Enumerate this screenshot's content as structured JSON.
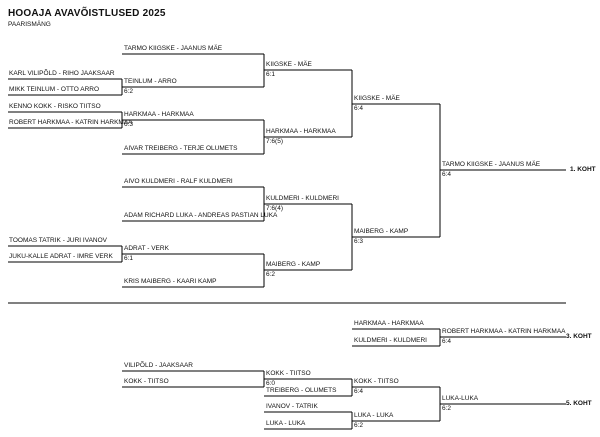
{
  "header": {
    "title": "HOOAJA AVAVÕISTLUSED 2025",
    "subtitle": "PAARISMÄNG"
  },
  "bracket": {
    "r1": [
      "KARL VILIPÕLD - RIHO JAAKSAAR",
      "MIKK TEINLUM - OTTO ARRO",
      "KENNO KOKK - RISKO TIITSO",
      "ROBERT HARKMAA - KATRIN HARKMAA",
      "TOOMAS TATRIK - JURI IVANOV",
      "JUKU-KALLE ADRAT - IMRE VERK"
    ],
    "r2": [
      "TARMO KIIGSKE - JAANUS MÄE",
      "TEINLUM - ARRO",
      "HARKMAA - HARKMAA",
      "AIVAR TREIBERG - TERJE OLUMETS",
      "AIVO KULDMERI - RALF KULDMERI",
      "ADAM RICHARD LUKA - ANDREAS PASTIAN LUKA",
      "ADRAT - VERK",
      "KRIS MAIBERG - KAARI KAMP"
    ],
    "r2_scores": [
      "6:2",
      "6:3",
      "6:1"
    ],
    "qf": [
      "KIIGSKE - MÄE",
      "HARKMAA - HARKMAA",
      "KULDMERI - KULDMERI",
      "MAIBERG - KAMP"
    ],
    "qf_scores": [
      "6:1",
      "7:6(5)",
      "7:6(4)",
      "6:2"
    ],
    "sf": [
      "KIIGSKE - MÄE",
      "MAIBERG - KAMP"
    ],
    "sf_scores": [
      "6:4",
      "6:3"
    ],
    "final": "TARMO KIIGSKE - JAANUS MÄE",
    "final_score": "6:4",
    "place1": "1. KOHT"
  },
  "third_place": {
    "teams": [
      "HARKMAA - HARKMAA",
      "KULDMERI - KULDMERI"
    ],
    "winner": "ROBERT HARKMAA - KATRIN HARKMAA",
    "score": "6:4",
    "place": "3. KOHT"
  },
  "fifth_place": {
    "r1": [
      "VILIPÕLD - JAAKSAAR",
      "KOKK - TIITSO",
      "IVANOV - TATRIK",
      "LUKA - LUKA"
    ],
    "r2": [
      "KOKK - TIITSO",
      "TREIBERG - OLUMETS",
      "LUKA - LUKA"
    ],
    "r2_scores": [
      "6:0",
      "6:2"
    ],
    "mid": [
      "KOKK - TIITSO",
      "LUKA-LUKA"
    ],
    "mid_scores": [
      "6:4"
    ],
    "winner_score": "6:2",
    "place": "5. KOHT"
  }
}
